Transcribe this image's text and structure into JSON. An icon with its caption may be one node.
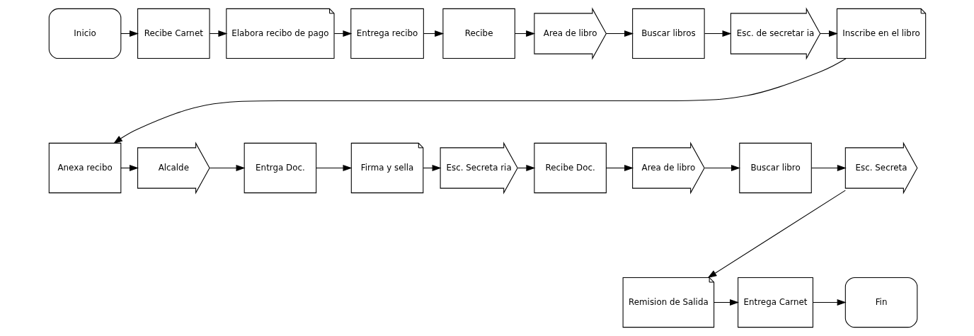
{
  "diagram": {
    "nodes": [
      {
        "text": [
          "Inicio"
        ]
      },
      {
        "text": [
          "Recibe Carnet"
        ]
      },
      {
        "text": [
          "Elabora recibo de pago"
        ]
      },
      {
        "text": [
          "Entrega recibo"
        ]
      },
      {
        "text": [
          "Recibe"
        ]
      },
      {
        "text": [
          "Area de libro"
        ]
      },
      {
        "text": [
          "Buscar libros"
        ]
      },
      {
        "text": [
          "Esc. de secretar ia"
        ]
      },
      {
        "text": [
          "Inscribe en el libro"
        ]
      },
      {
        "text": [
          "Anexa recibo"
        ]
      },
      {
        "text": [
          "Alcalde"
        ]
      },
      {
        "text": [
          "Entrga Doc."
        ]
      },
      {
        "text": [
          "Firma y sella"
        ]
      },
      {
        "text": [
          "Esc. Secreta ria"
        ]
      },
      {
        "text": [
          "Recibe Doc."
        ]
      },
      {
        "text": [
          "Area de libro"
        ]
      },
      {
        "text": [
          "Buscar libro"
        ]
      },
      {
        "text": [
          "Esc. Secreta"
        ]
      },
      {
        "text": [
          "Remision de Salida"
        ]
      },
      {
        "text": [
          "Entrega Carnet"
        ]
      },
      {
        "text": [
          "Fin"
        ]
      }
    ],
    "edges": [
      {
        "from": 0,
        "to": 1,
        "arrow": "to"
      },
      {
        "from": 1,
        "to": 2,
        "arrow": "to"
      },
      {
        "from": 2,
        "to": 3,
        "arrow": "to"
      },
      {
        "from": 3,
        "to": 4,
        "arrow": "to"
      },
      {
        "from": 4,
        "to": 5,
        "arrow": "to"
      },
      {
        "from": 5,
        "to": 6,
        "arrow": "to"
      },
      {
        "from": 6,
        "to": 7,
        "arrow": "to"
      },
      {
        "from": 7,
        "to": 8,
        "arrow": "to"
      },
      {
        "from": 8,
        "to": 9,
        "arrow": "to"
      },
      {
        "from": 9,
        "to": 10,
        "arrow": "to"
      },
      {
        "from": 10,
        "to": 11,
        "arrow": "to"
      },
      {
        "from": 11,
        "to": 12,
        "arrow": "to"
      },
      {
        "from": 12,
        "to": 13,
        "arrow": "to"
      },
      {
        "from": 13,
        "to": 14,
        "arrow": "to"
      },
      {
        "from": 14,
        "to": 15,
        "arrow": "to"
      },
      {
        "from": 15,
        "to": 16,
        "arrow": "to"
      },
      {
        "from": 16,
        "to": 17,
        "arrow": "to"
      },
      {
        "from": 17,
        "to": 18,
        "arrow": "to"
      },
      {
        "from": 18,
        "to": 19,
        "arrow": "to"
      },
      {
        "from": 19,
        "to": 20,
        "arrow": "to"
      }
    ]
  }
}
